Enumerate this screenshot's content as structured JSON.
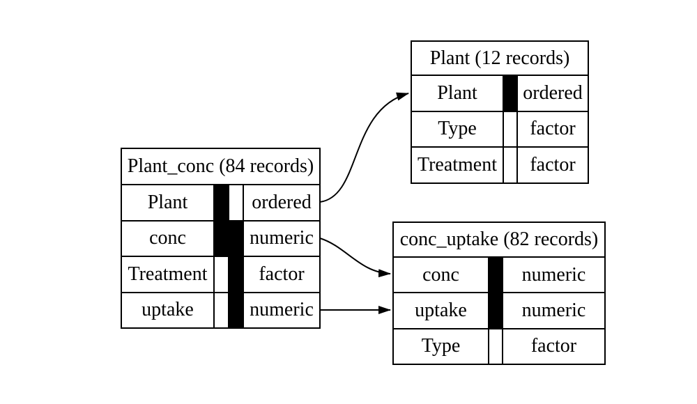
{
  "diagram": {
    "background_color": "#ffffff",
    "line_color": "#000000",
    "bar_filled_color": "#000000",
    "tables": [
      {
        "id": "plant_conc",
        "title": "Plant_conc (84 records)",
        "rows": [
          {
            "name": "Plant",
            "type": "ordered",
            "key_bars": [
              "filled",
              "empty"
            ]
          },
          {
            "name": "conc",
            "type": "numeric",
            "key_bars": [
              "filled",
              "filled"
            ]
          },
          {
            "name": "Treatment",
            "type": "factor",
            "key_bars": [
              "empty",
              "filled"
            ]
          },
          {
            "name": "uptake",
            "type": "numeric",
            "key_bars": [
              "empty",
              "filled"
            ]
          }
        ]
      },
      {
        "id": "plant",
        "title": "Plant (12 records)",
        "rows": [
          {
            "name": "Plant",
            "type": "ordered",
            "key_bars": [
              "filled"
            ]
          },
          {
            "name": "Type",
            "type": "factor",
            "key_bars": [
              "empty"
            ]
          },
          {
            "name": "Treatment",
            "type": "factor",
            "key_bars": [
              "empty"
            ]
          }
        ]
      },
      {
        "id": "conc_uptake",
        "title": "conc_uptake (82 records)",
        "rows": [
          {
            "name": "conc",
            "type": "numeric",
            "key_bars": [
              "filled"
            ]
          },
          {
            "name": "uptake",
            "type": "numeric",
            "key_bars": [
              "filled"
            ]
          },
          {
            "name": "Type",
            "type": "factor",
            "key_bars": [
              "empty"
            ]
          }
        ]
      }
    ],
    "relations": [
      {
        "from_table": "Plant_conc",
        "from_field": "Plant",
        "to_table": "Plant"
      },
      {
        "from_table": "Plant_conc",
        "from_field": "conc",
        "to_table": "conc_uptake"
      },
      {
        "from_table": "Plant_conc",
        "from_field": "uptake",
        "to_table": "conc_uptake"
      }
    ]
  }
}
